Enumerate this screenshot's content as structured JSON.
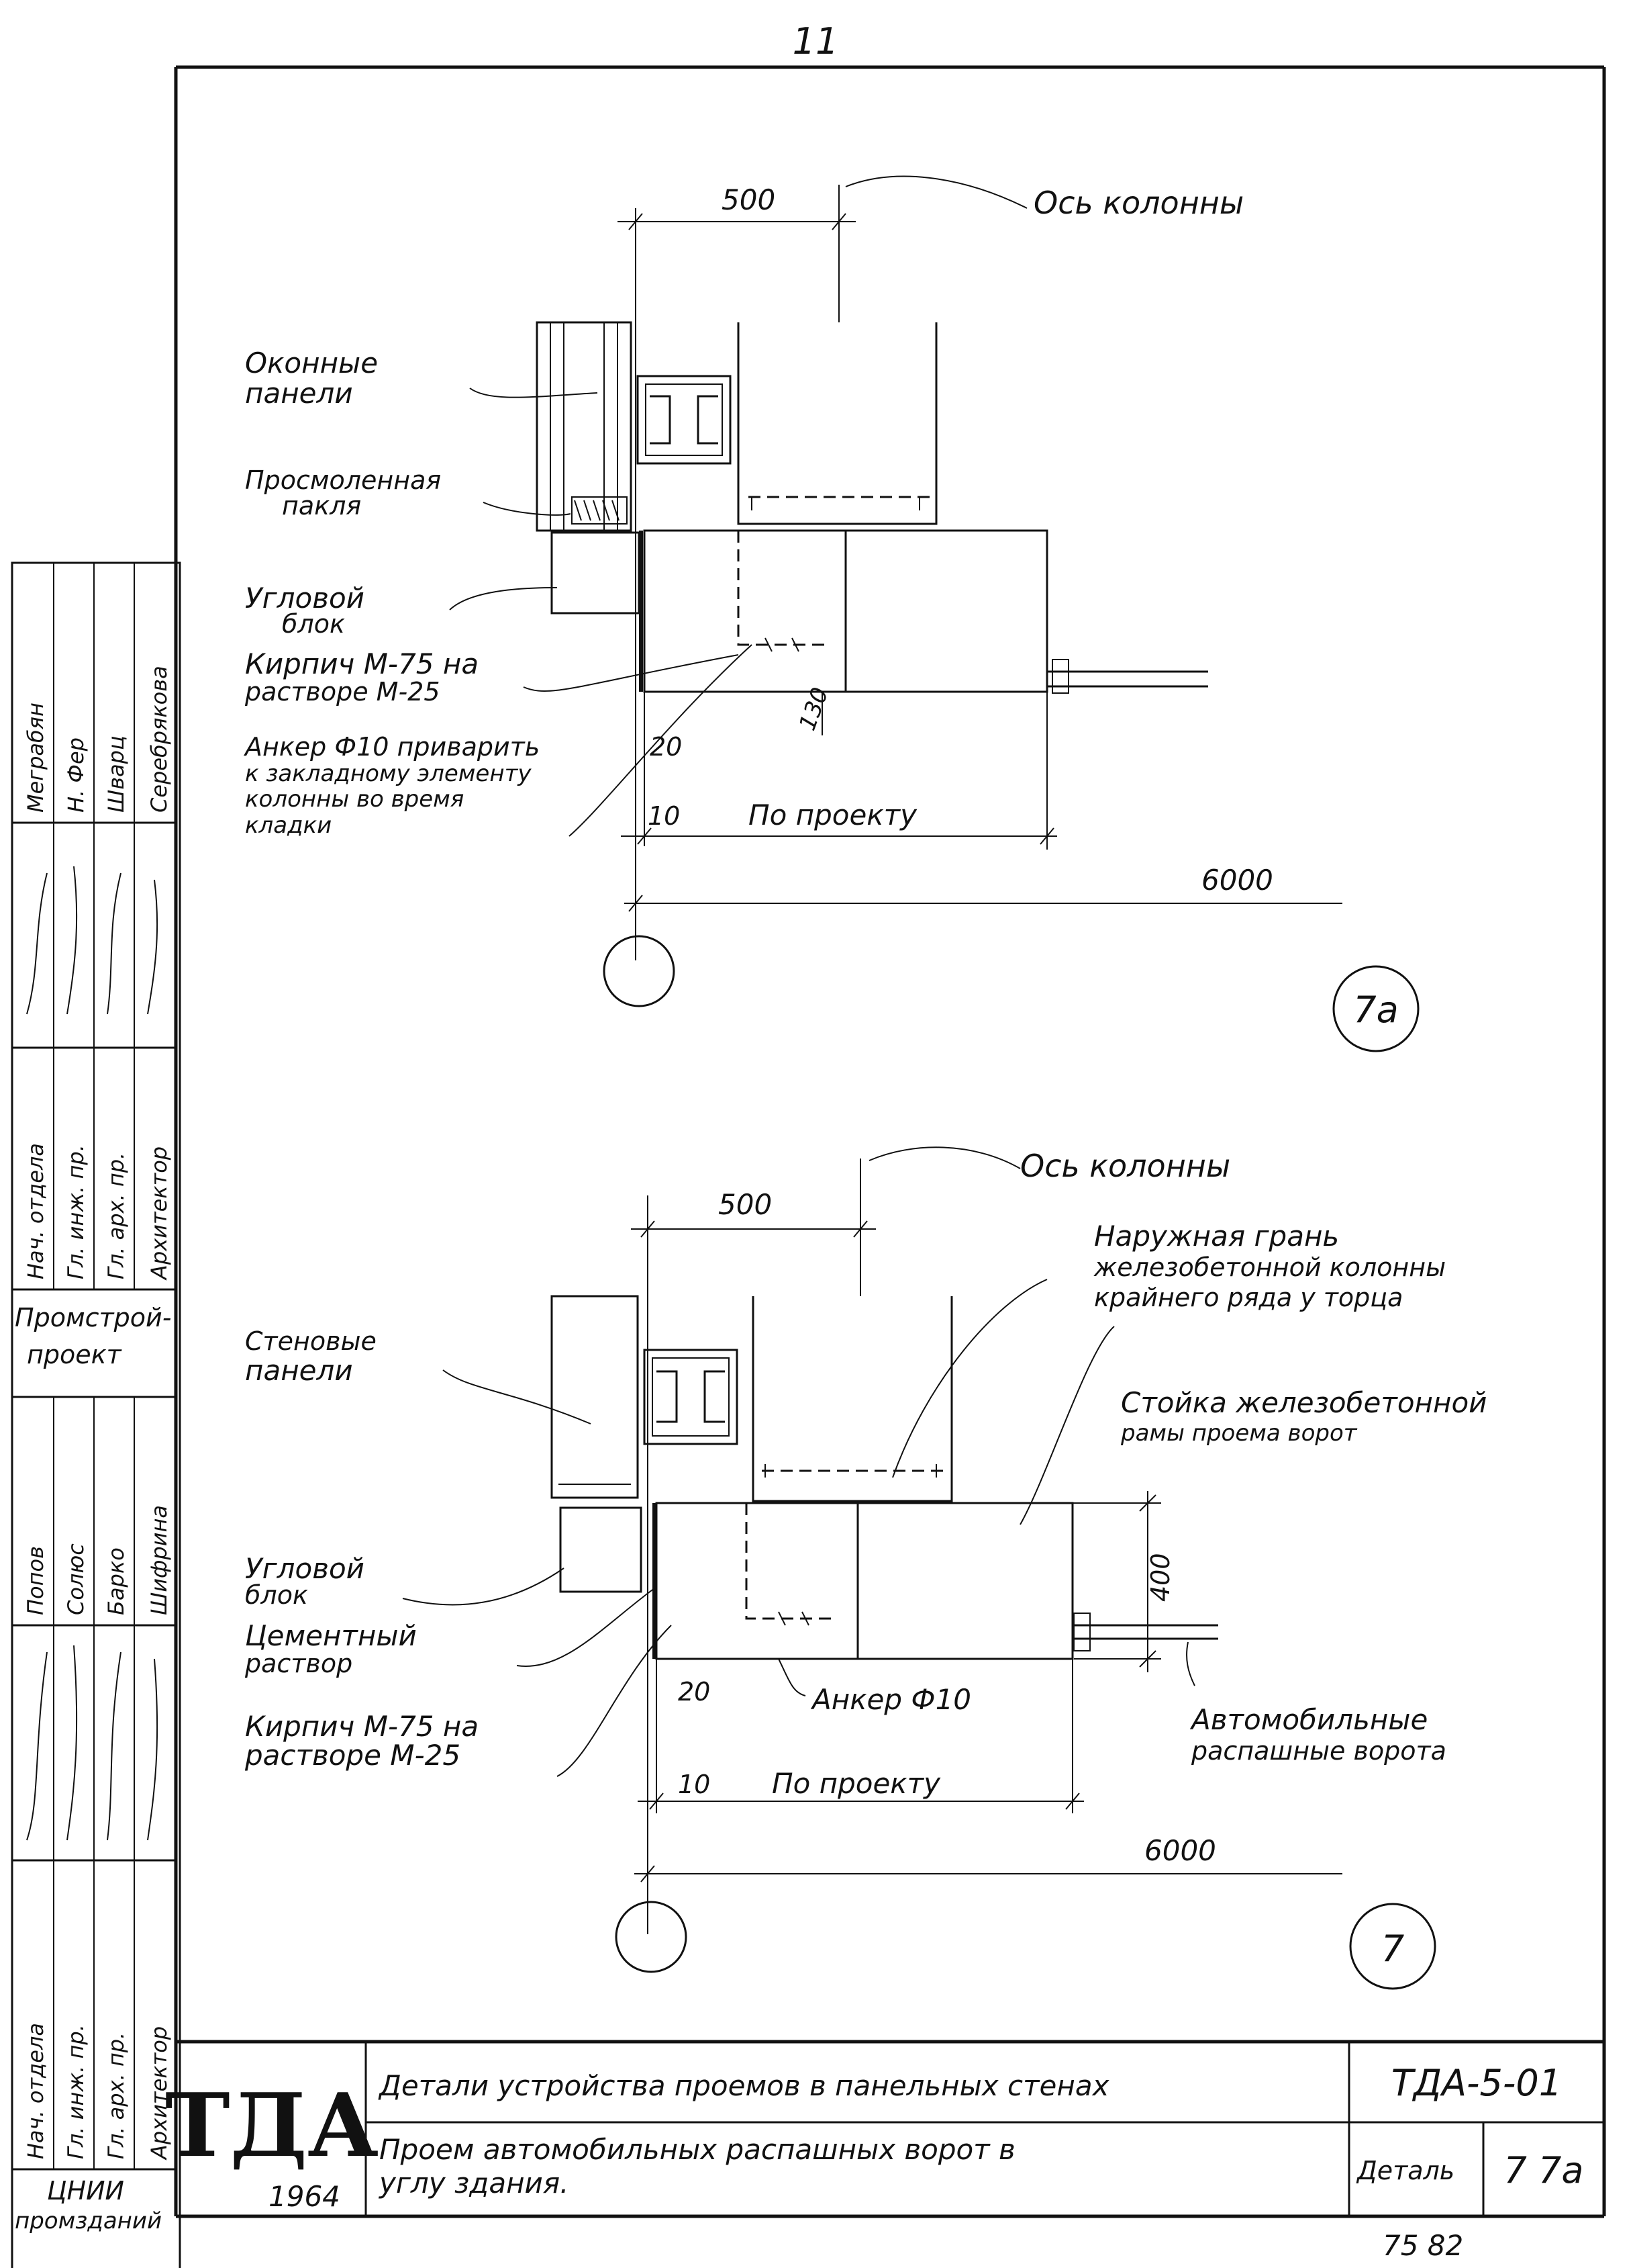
{
  "page_number": "11",
  "handwritten_ref": "75 82",
  "detail_7a": {
    "marker": "7a",
    "dim_top": "500",
    "axis_label": "Ось колонны",
    "labels": {
      "window_panels": [
        "Оконные",
        "панели"
      ],
      "tarred_tow": [
        "Просмоленная",
        "пакля"
      ],
      "corner_block": [
        "Угловой",
        "блок"
      ],
      "brick": [
        "Кирпич М-75 на",
        "растворе М-25"
      ],
      "anchor": [
        "Анкер Ф10 приварить",
        "к закладному элементу",
        "колонны во время",
        "кладки"
      ]
    },
    "dims": {
      "d130": "130",
      "d20": "20",
      "d10": "10",
      "by_project": "По проекту",
      "d6000": "6000"
    }
  },
  "detail_7": {
    "marker": "7",
    "dim_top": "500",
    "axis_label": "Ось колонны",
    "labels": {
      "outer_face": [
        "Наружная грань",
        "железобетонной колонны",
        "крайнего ряда у торца"
      ],
      "wall_panels": [
        "Стеновые",
        "панели"
      ],
      "post": [
        "Стойка железобетонной",
        "рамы проема ворот"
      ],
      "corner_block": [
        "Угловой",
        "блок"
      ],
      "cement": [
        "Цементный",
        "раствор"
      ],
      "brick": [
        "Кирпич М-75 на",
        "растворе М-25"
      ],
      "anchor": "Анкер Ф10",
      "gates": [
        "Автомобильные",
        "распашные ворота"
      ]
    },
    "dims": {
      "d400": "400",
      "d20": "20",
      "d10": "10",
      "by_project": "По проекту",
      "d6000": "6000"
    }
  },
  "side_stamp_upper": {
    "org": [
      "Промстрой-",
      "проект"
    ],
    "roles": [
      "Нач. отдела",
      "Гл. инж. пр.",
      "Гл. арх. пр.",
      "Архитектор"
    ],
    "names": [
      "Меграбян",
      "Н. Фер",
      "Шварц",
      "Серебрякова"
    ]
  },
  "side_stamp_lower": {
    "org": [
      "ЦНИИ",
      "промзданий"
    ],
    "roles": [
      "Нач. отдела",
      "Гл. инж. пр.",
      "Гл. арх. пр.",
      "Архитектор"
    ],
    "names": [
      "Попов",
      "Солюс",
      "Барко",
      "Шифрина"
    ]
  },
  "title_block": {
    "logo": "ТДА",
    "year": "1964",
    "title1": "Детали устройства проемов в панельных стенах",
    "title2_line1": "Проем автомобильных распашных ворот в",
    "title2_line2": "углу здания.",
    "code": "ТДА-5-01",
    "detail_label": "Деталь",
    "detail_no": "7 7а"
  }
}
